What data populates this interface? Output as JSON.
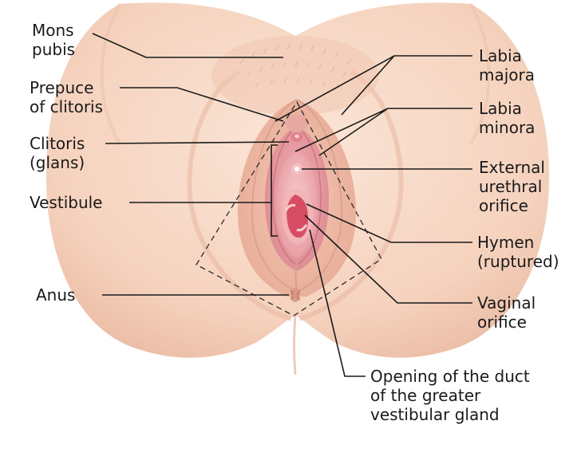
{
  "diagram": {
    "labels": {
      "mons_pubis": [
        "Mons",
        "pubis"
      ],
      "prepuce_of_clitoris": [
        "Prepuce",
        "of clitoris"
      ],
      "clitoris_glans": [
        "Clitoris",
        "(glans)"
      ],
      "vestibule": [
        "Vestibule"
      ],
      "anus": [
        "Anus"
      ],
      "labia_majora": [
        "Labia",
        "majora"
      ],
      "labia_minora": [
        "Labia",
        "minora"
      ],
      "external_urethral_orifice": [
        "External",
        "urethral",
        "orifice"
      ],
      "hymen_ruptured": [
        "Hymen",
        "(ruptured)"
      ],
      "vaginal_orifice": [
        "Vaginal",
        "orifice"
      ],
      "greater_vestibular_gland_duct": [
        "Opening of the duct",
        "of the greater",
        "vestibular gland"
      ]
    },
    "colors": {
      "skin": "#f6d6c3",
      "skin_shadow": "#e8b29d",
      "pink": "#e79aa0",
      "inner_pink": "#d6606e",
      "leader_line": "#1a1a1a"
    }
  }
}
